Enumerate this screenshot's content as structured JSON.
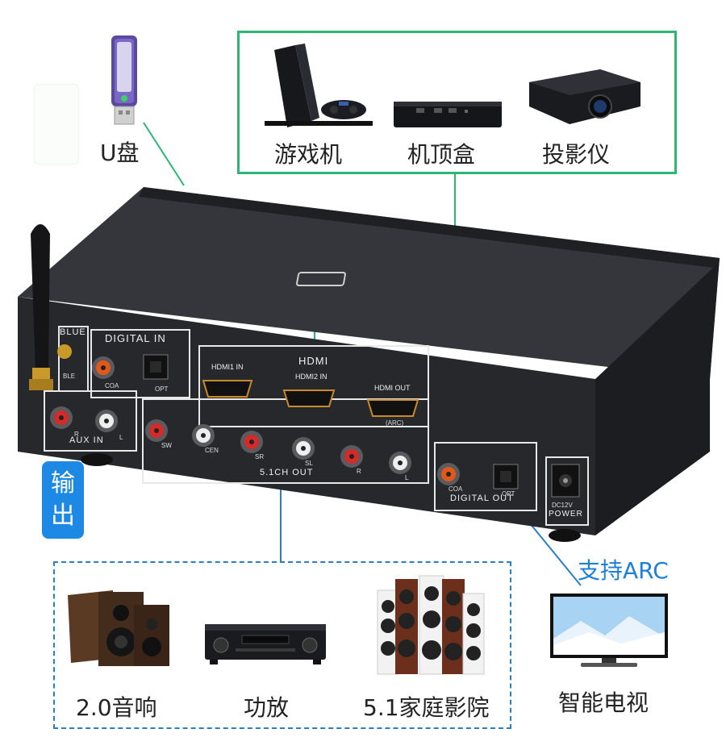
{
  "sources": {
    "usb_label": "U盘",
    "game_console_label": "游戏机",
    "settop_label": "机顶盒",
    "projector_label": "投影仪"
  },
  "outputs": {
    "badge_label": "输出",
    "stereo_label": "2.0音响",
    "amp_label": "功放",
    "home_theater_label": "5.1家庭影院",
    "tv_label": "智能电视",
    "arc_label": "支持ARC"
  },
  "device_panel": {
    "blue_label": "BLUE",
    "ble_label": "BLE",
    "digital_in_label": "DIGITAL   IN",
    "coa_label": "COA",
    "opt_label": "OPT",
    "hdmi_label": "HDMI",
    "hdmi1_in_label": "HDMI1  IN",
    "hdmi2_in_label": "HDMI2  IN",
    "hdmi_out_label": "HDMI OUT",
    "arc_port_label": "(ARC)",
    "aux_in_label": "AUX IN",
    "ch51_out_label": "5.1CH OUT",
    "digital_out_label": "DIGITAL   OUT",
    "coa_out_label": "COA",
    "opt_out_label": "OPT",
    "power_label": "POWER",
    "dc_label": "DC12V",
    "ch_sw": "SW",
    "ch_cen": "CEN",
    "ch_sr": "SR",
    "ch_sl": "SL",
    "ch_r": "R",
    "ch_l": "L",
    "aux_r": "R",
    "aux_l": "L"
  },
  "colors": {
    "green_frame": "#2bb673",
    "blue_dashed": "#2a7fc1",
    "badge_blue": "#1e88e5",
    "arc_blue": "#1e7fd8",
    "device_body": "#2b2d30"
  }
}
